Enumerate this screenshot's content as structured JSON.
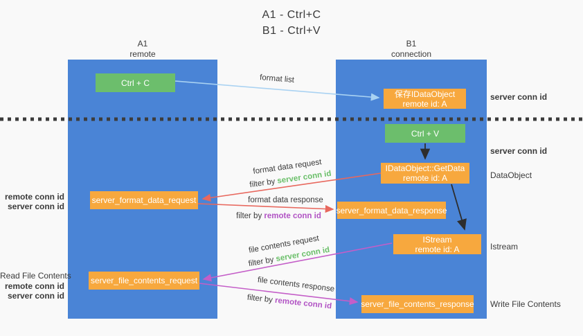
{
  "title": {
    "line1": "A1 - Ctrl+C",
    "line2": "B1 - Ctrl+V"
  },
  "lifelines": {
    "a1": {
      "name": "A1",
      "role": "remote"
    },
    "b1": {
      "name": "B1",
      "role": "connection"
    }
  },
  "nodes": {
    "ctrl_c": {
      "label": "Ctrl + C"
    },
    "ctrl_v": {
      "label": "Ctrl + V"
    },
    "save_dataobject": {
      "line1": "保存IDataObject",
      "line2": "remote id: A"
    },
    "getdata": {
      "line1": "IDataObject::GetData",
      "line2": "remote id: A"
    },
    "istream": {
      "line1": "IStream",
      "line2": "remote id: A"
    },
    "server_format_data_request": {
      "label": "server_format_data_request"
    },
    "server_format_data_response": {
      "label": "server_format_data_response"
    },
    "server_file_contents_request": {
      "label": "server_file_contents_request"
    },
    "server_file_contents_response": {
      "label": "server_file_contents_response"
    }
  },
  "arrows": {
    "format_list": {
      "label": "format list"
    },
    "format_data_request": {
      "label": "format data request",
      "filter_prefix": "filter by",
      "filter_value": "server conn id"
    },
    "format_data_response": {
      "label": "format data response",
      "filter_prefix": "filter by",
      "filter_value": "remote conn id"
    },
    "file_contents_request": {
      "label": "file contents request",
      "filter_prefix": "filter by",
      "filter_value": "server conn id"
    },
    "file_contents_response": {
      "label": "file contents response",
      "filter_prefix": "filter by",
      "filter_value": "remote conn id"
    }
  },
  "side_labels": {
    "right_server_conn_id_top": "server conn id",
    "right_server_conn_id_mid": "server conn id",
    "dataobject": "DataObject",
    "istream": "Istream",
    "write_file_contents": "Write File Contents",
    "left_remote_conn_id_top": "remote conn id",
    "left_server_conn_id_top": "server conn id",
    "read_file_contents": "Read File Contents",
    "left_remote_conn_id_bottom": "remote conn id",
    "left_server_conn_id_bottom": "server conn id"
  },
  "colors": {
    "lifeline_fill": "#4a84d6",
    "action_fill": "#6cbe6c",
    "message_fill": "#f7a83e",
    "arrow_format_list": "#a9d2f2",
    "arrow_format_data": "#e8685e",
    "arrow_file_contents": "#c45ec8",
    "arrow_black": "#2d2d2d",
    "server_conn_id_text": "#6abf69",
    "remote_conn_id_text": "#b153c4"
  }
}
